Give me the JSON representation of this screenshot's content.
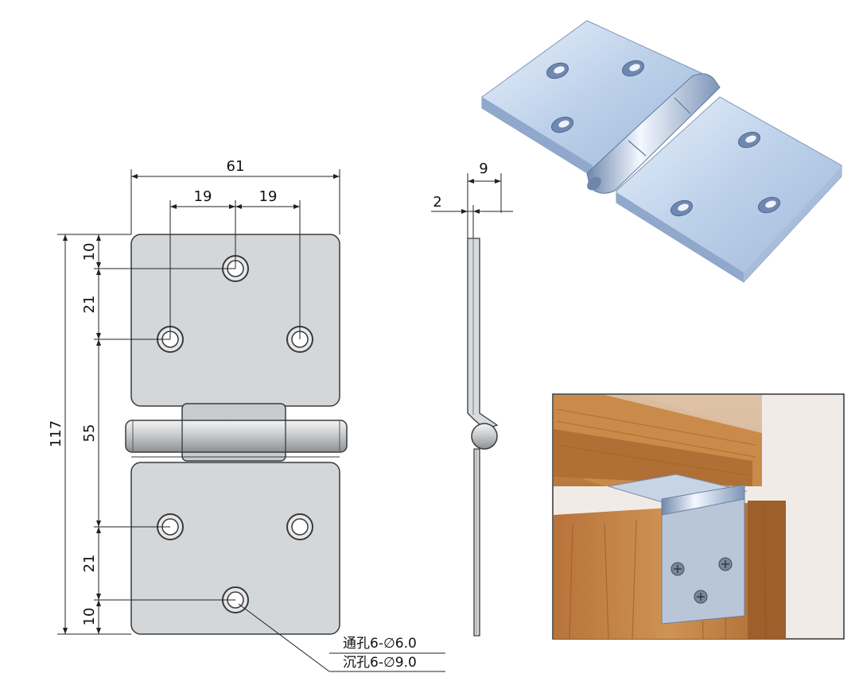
{
  "drawing": {
    "dims": {
      "total_width": "61",
      "hole_spacing_left": "19",
      "hole_spacing_right": "19",
      "top_edge": "10",
      "row_gap_top": "21",
      "middle_span": "55",
      "row_gap_bottom": "21",
      "bottom_edge": "10",
      "overall_height": "117",
      "thickness": "2",
      "knuckle_width": "9"
    },
    "notes": {
      "through_hole": "通孔6-∅6.0",
      "countersunk_hole": "沉孔6-∅9.0"
    }
  },
  "colors": {
    "plate": "#d4d7d9",
    "outline": "#3a3a3a",
    "wood": "#c98a4a",
    "steel": "#bcd0ea"
  }
}
